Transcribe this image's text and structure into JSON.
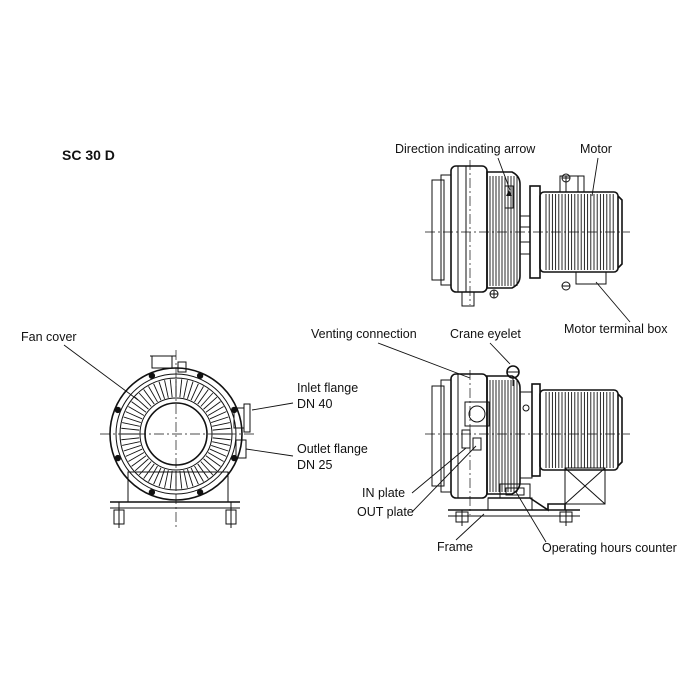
{
  "title": "SC 30 D",
  "labels": {
    "direction_arrow": "Direction indicating arrow",
    "motor": "Motor",
    "motor_terminal_box": "Motor terminal box",
    "venting_connection": "Venting connection",
    "crane_eyelet": "Crane eyelet",
    "fan_cover": "Fan cover",
    "inlet_flange_1": "Inlet flange",
    "inlet_flange_2": "DN 40",
    "outlet_flange_1": "Outlet flange",
    "outlet_flange_2": "DN 25",
    "in_plate": "IN plate",
    "out_plate": "OUT plate",
    "frame": "Frame",
    "operating_hours_counter": "Operating hours counter"
  },
  "colors": {
    "line": "#111111",
    "background": "#ffffff"
  }
}
